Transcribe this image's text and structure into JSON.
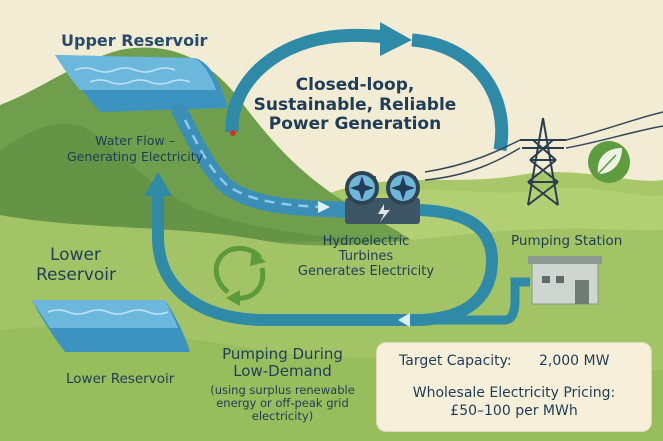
{
  "labels": {
    "upper_reservoir": "Upper Reservoir",
    "water_flow_line1": "Water Flow –",
    "water_flow_line2": "Generating Electricity",
    "closed_loop_line1": "Closed-loop,",
    "closed_loop_line2": "Sustainable, Reliable",
    "closed_loop_line3": "Power Generation",
    "turbines_line1": "Hydroelectric",
    "turbines_line2": "Turbines",
    "turbines_line3": "Generates Electricity",
    "pumping_station": "Pumping Station",
    "lower_reservoir_line1": "Lower",
    "lower_reservoir_line2": "Reservoir",
    "lower_reservoir_bottom": "Lower Reservoir",
    "pumping_line1": "Pumping During",
    "pumping_line2": "Low-Demand",
    "pumping_note_line1": "(using surplus renewable",
    "pumping_note_line2": "energy or off-peak grid",
    "pumping_note_line3": "electricity)"
  },
  "info_box": {
    "capacity_label": "Target Capacity:",
    "capacity_value": "2,000 MW",
    "pricing_line1": "Wholesale Electricity Pricing:",
    "pricing_line2": "£50–100 per MWh"
  },
  "icons": {
    "leaf": "leaf-icon",
    "power_line": "power-line-icon",
    "pump": "pumping-station-icon",
    "turbine": "turbine-icon",
    "cycle": "cycle-arrows-icon"
  },
  "colors": {
    "sky": "#f3ecd5",
    "hill_dark": "#6b9a4b",
    "hill_light": "#9cbf5e",
    "meadow": "#a9c96c",
    "water": "#3d93bf",
    "water_light": "#7cc3e3",
    "flow_arrow": "#2f8aa8",
    "text": "#1f3d57",
    "leaf_green": "#5f9b3f"
  }
}
